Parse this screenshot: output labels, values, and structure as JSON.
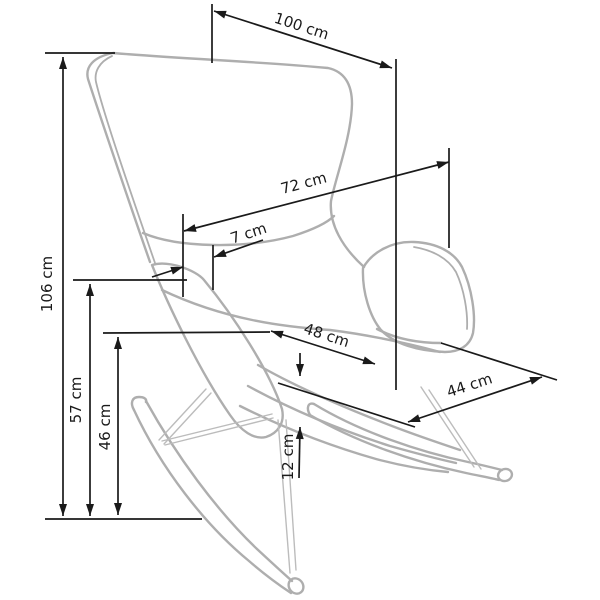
{
  "diagram": {
    "title": "rocking-chair-dimension-drawing",
    "units": "cm",
    "colors": {
      "background": "#ffffff",
      "chair_outline": "#aeaeae",
      "chair_legs": "#bcbcbc",
      "dimension_lines": "#1a1a1a",
      "label_text": "#1a1a1a"
    },
    "dimensions": {
      "total_depth": "100 cm",
      "total_height": "106 cm",
      "backrest_width": "72 cm",
      "wing_offset": "7 cm",
      "seat_width": "48 cm",
      "seat_depth": "44 cm",
      "armrest_height": "57 cm",
      "seat_height": "46 cm",
      "cushion_thickness": "12 cm"
    }
  }
}
